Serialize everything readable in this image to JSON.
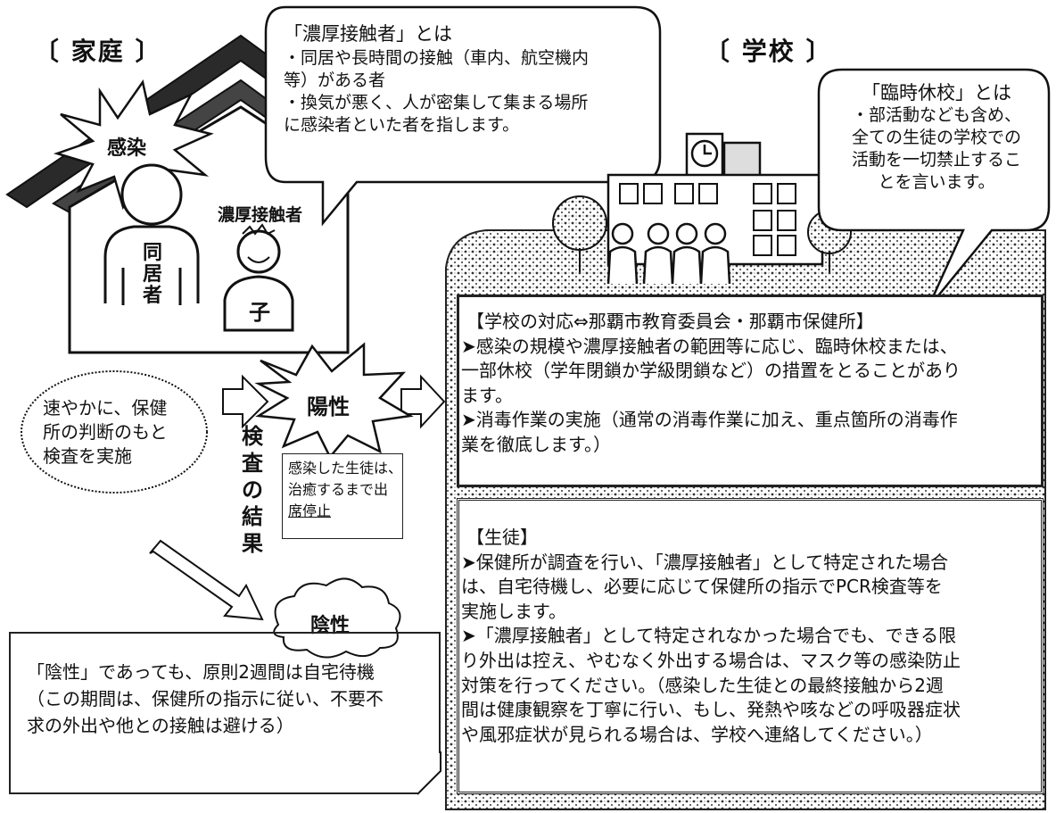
{
  "headers": {
    "home": "〔 家庭 〕",
    "school": "〔 学校 〕"
  },
  "home_labels": {
    "infection": "感染",
    "close_contact": "濃厚接触者",
    "cohabitant": "同\n居\n者",
    "child": "子"
  },
  "bubble_close_contact": {
    "title": "「濃厚接触者」とは",
    "lines": [
      "・同居や長時間の接触（車内、航空機内",
      "等）がある者",
      "・換気が悪く、人が密集して集まる場所",
      "に感染者といた者を指します。"
    ]
  },
  "bubble_closure": {
    "title": "「臨時休校」とは",
    "lines": [
      "・部活動なども含め、",
      "全ての生徒の学校での",
      "活動を一切禁止するこ",
      "とを言います。"
    ]
  },
  "left_flow": {
    "test_bubble": [
      "速やかに、保健",
      "所の判断のもと",
      "検査を実施"
    ],
    "positive": "陽性",
    "negative": "陰性",
    "result_vertical": "検査の結果",
    "positive_note": [
      "感染した生徒は、",
      "治癒するまで出",
      "席停止"
    ]
  },
  "negative_note": [
    "「陰性」であっても、原則2週間は自宅待機",
    "（この期間は、保健所の指示に従い、不要不",
    "求の外出や他との接触は避ける）"
  ],
  "school_response": {
    "lines": [
      "【学校の対応⇔那覇市教育委員会・那覇市保健所】",
      "➤感染の規模や濃厚接触者の範囲等に応じ、臨時休校または、",
      "一部休校（学年閉鎖か学級閉鎖など）の措置をとることがあり",
      "ます。",
      "➤消毒作業の実施（通常の消毒作業に加え、重点箇所の消毒作",
      "業を徹底します。）"
    ]
  },
  "students": {
    "lines": [
      "【生徒】",
      "➤保健所が調査を行い、「濃厚接触者」として特定された場合",
      "は、自宅待機し、必要に応じて保健所の指示でPCR検査等を",
      "実施します。",
      "➤「濃厚接触者」として特定されなかった場合でも、できる限",
      "り外出は控え、やむなく外出する場合は、マスク等の感染防止",
      "対策を行ってください。（感染した生徒との最終接触から2週",
      "間は健康観察を丁寧に行い、もし、発熱や咳などの呼吸器症状",
      "や風邪症状が見られる場合は、学校へ連絡してください。）"
    ]
  }
}
